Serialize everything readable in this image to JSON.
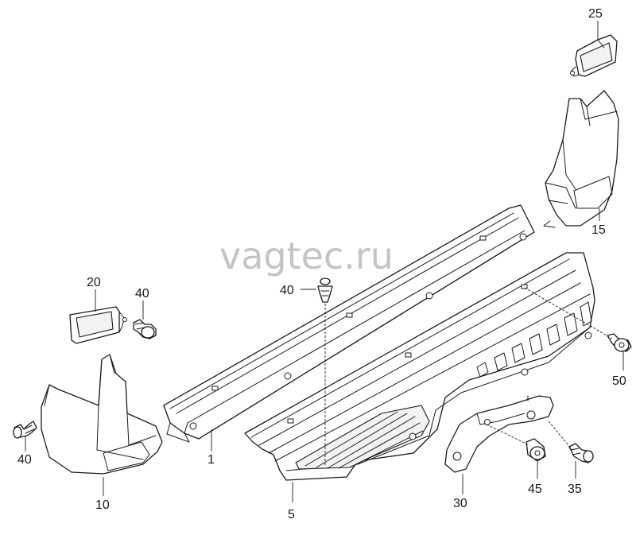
{
  "watermark": "vagtec.ru",
  "labels": {
    "p1": "1",
    "p5": "5",
    "p10": "10",
    "p15": "15",
    "p20": "20",
    "p25": "25",
    "p30": "30",
    "p35": "35",
    "p40_left": "40",
    "p40_mid": "40",
    "p40_center": "40",
    "p45": "45",
    "p50": "50"
  }
}
